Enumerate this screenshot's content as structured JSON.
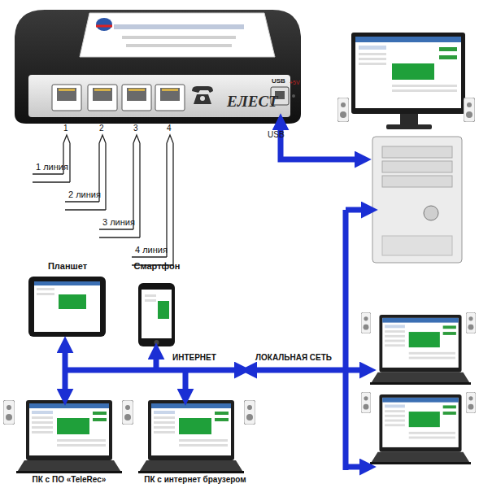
{
  "diagram": {
    "nodes": [
      {
        "text": [
          "ЕЛЕСТ"
        ]
      },
      {
        "text": [
          "Планшет"
        ]
      },
      {
        "text": [
          "Смартфон"
        ]
      },
      {
        "text": [
          "ПК с ПО «TeleRec»"
        ]
      },
      {
        "text": [
          "ПК с интернет браузером"
        ]
      }
    ],
    "labels": [
      "1",
      "2",
      "3",
      "4",
      "USB",
      "+5V",
      "USB",
      "1 линия",
      "2 линия",
      "3 линия",
      "4 линия",
      "ИНТЕРНЕТ",
      "ЛОКАЛЬНАЯ СЕТЬ"
    ]
  }
}
